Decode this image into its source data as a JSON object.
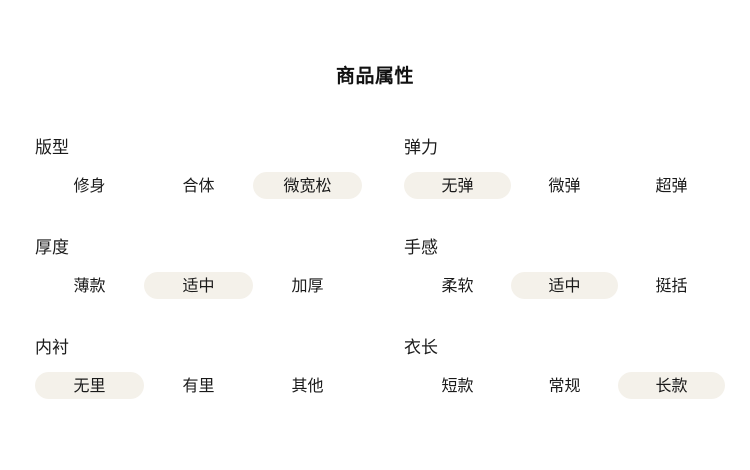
{
  "header": {
    "title": "商品属性"
  },
  "colors": {
    "page_background": "#ffffff",
    "text": "#1a1a1a",
    "selected_pill_background": "#f4f1ea"
  },
  "attribute_groups": [
    {
      "key": "fit",
      "label": "版型",
      "column": "left",
      "options": [
        {
          "label": "修身",
          "selected": false
        },
        {
          "label": "合体",
          "selected": false
        },
        {
          "label": "微宽松",
          "selected": true
        }
      ]
    },
    {
      "key": "elasticity",
      "label": "弹力",
      "column": "right",
      "options": [
        {
          "label": "无弹",
          "selected": true
        },
        {
          "label": "微弹",
          "selected": false
        },
        {
          "label": "超弹",
          "selected": false
        }
      ]
    },
    {
      "key": "thickness",
      "label": "厚度",
      "column": "left",
      "options": [
        {
          "label": "薄款",
          "selected": false
        },
        {
          "label": "适中",
          "selected": true
        },
        {
          "label": "加厚",
          "selected": false
        }
      ]
    },
    {
      "key": "hand-feel",
      "label": "手感",
      "column": "right",
      "options": [
        {
          "label": "柔软",
          "selected": false
        },
        {
          "label": "适中",
          "selected": true
        },
        {
          "label": "挺括",
          "selected": false
        }
      ]
    },
    {
      "key": "lining",
      "label": "内衬",
      "column": "left",
      "options": [
        {
          "label": "无里",
          "selected": true
        },
        {
          "label": "有里",
          "selected": false
        },
        {
          "label": "其他",
          "selected": false
        }
      ]
    },
    {
      "key": "garment-length",
      "label": "衣长",
      "column": "right",
      "options": [
        {
          "label": "短款",
          "selected": false
        },
        {
          "label": "常规",
          "selected": false
        },
        {
          "label": "长款",
          "selected": true
        }
      ]
    }
  ]
}
